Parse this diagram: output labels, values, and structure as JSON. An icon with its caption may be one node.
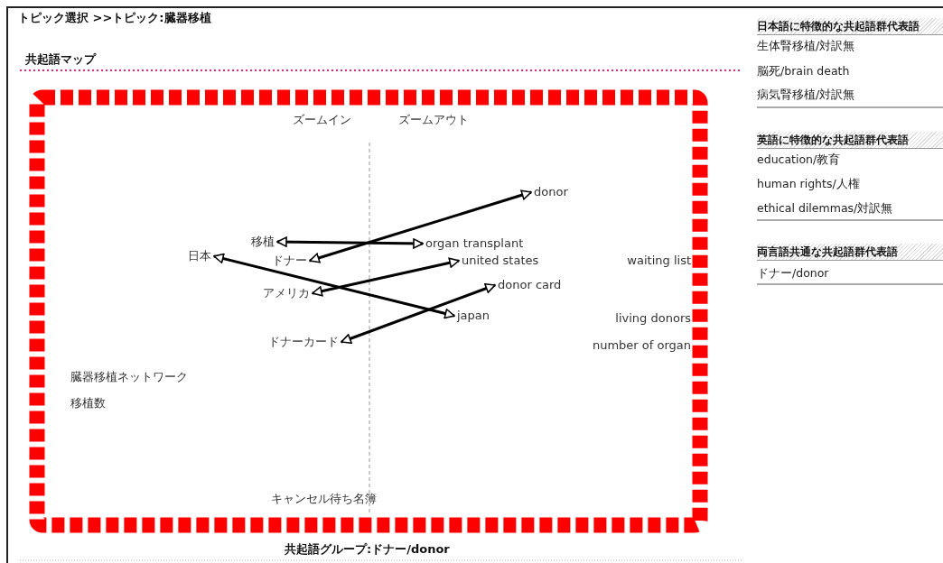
{
  "diagram": {
    "nodes": [
      {
        "text": [
          "移植"
        ]
      },
      {
        "text": [
          "organ transplant"
        ]
      },
      {
        "text": [
          "donor"
        ]
      },
      {
        "text": [
          "日本"
        ]
      },
      {
        "text": [
          "ドナー"
        ]
      },
      {
        "text": [
          "united states"
        ]
      },
      {
        "text": [
          "アメリカ"
        ]
      },
      {
        "text": [
          "donor card"
        ]
      },
      {
        "text": [
          "japan"
        ]
      },
      {
        "text": [
          "ドナーカード"
        ]
      }
    ],
    "edges": [
      {
        "from": 0,
        "to": 1,
        "arrow": "both"
      },
      {
        "from": 4,
        "to": 2,
        "arrow": "both"
      },
      {
        "from": 3,
        "to": 8,
        "arrow": "both"
      },
      {
        "from": 6,
        "to": 5,
        "arrow": "both"
      },
      {
        "from": 9,
        "to": 7,
        "arrow": "both"
      }
    ],
    "labels": [
      "トピック選択 >>トピック:臓器移植",
      "共起語マップ",
      "ズームイン",
      "ズームアウト",
      "waiting list",
      "living donors",
      "number of organ",
      "臓器移植ネットワーク",
      "移植数",
      "キャンセル待ち名簿",
      "共起語グループ:ドナー/donor",
      "日本語に特徴的な共起語群代表語",
      "生体腎移植/対訳無",
      "脳死/brain death",
      "病気腎移植/対訳無",
      "英語に特徴的な共起語群代表語",
      "education/教育",
      "human rights/人権",
      "ethical dilemmas/対訳無",
      "両言語共通な共起語群代表語",
      "ドナー/donor"
    ]
  }
}
